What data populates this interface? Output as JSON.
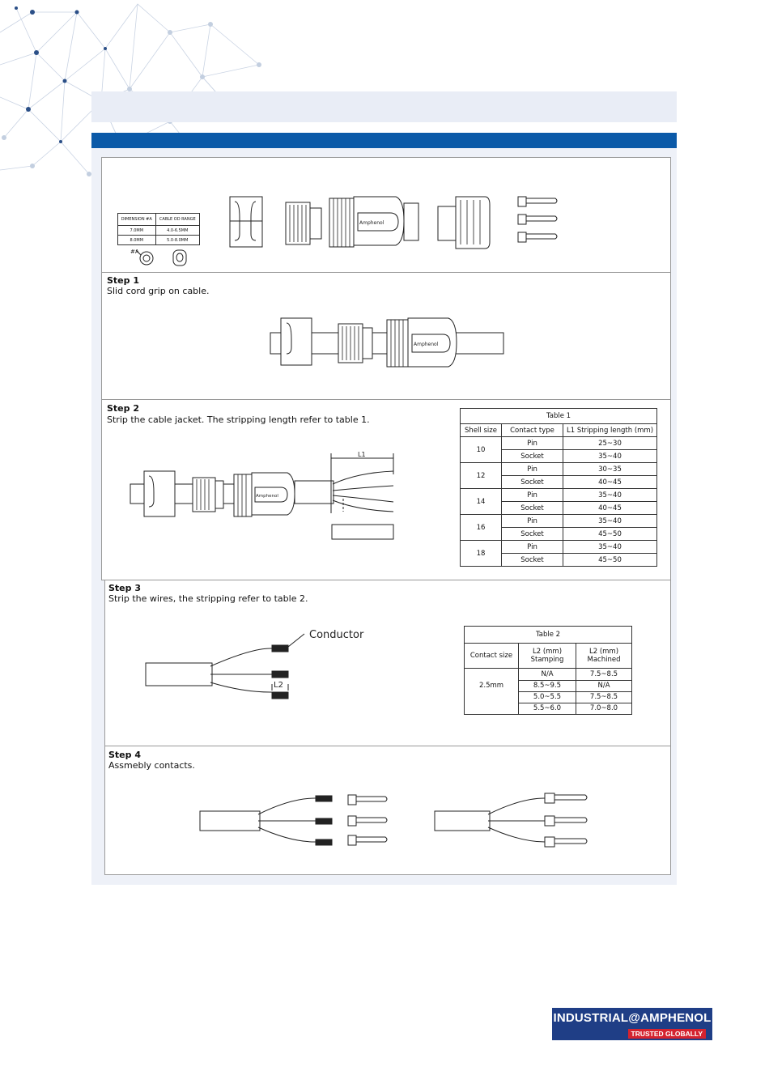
{
  "panel_top": {
    "dimension_table": {
      "headers": [
        "DIMENSION #A",
        "CABLE OD RANGE"
      ],
      "rows": [
        [
          "7.0MM",
          "4.0-6.5MM"
        ],
        [
          "8.0MM",
          "5.0-8.0MM"
        ]
      ]
    },
    "callout": "#A"
  },
  "step1": {
    "title": "Step 1",
    "desc": "Slid cord grip on cable."
  },
  "step2": {
    "title": "Step 2",
    "desc": "Strip the cable jacket. The stripping length refer to table 1.",
    "dimension_label": "L1",
    "table": {
      "caption": "Table 1",
      "headers": [
        "Shell size",
        "Contact type",
        "L1 Stripping length (mm)"
      ],
      "rows": [
        {
          "shell": "10",
          "items": [
            [
              "Pin",
              "25~30"
            ],
            [
              "Socket",
              "35~40"
            ]
          ]
        },
        {
          "shell": "12",
          "items": [
            [
              "Pin",
              "30~35"
            ],
            [
              "Socket",
              "40~45"
            ]
          ]
        },
        {
          "shell": "14",
          "items": [
            [
              "Pin",
              "35~40"
            ],
            [
              "Socket",
              "40~45"
            ]
          ]
        },
        {
          "shell": "16",
          "items": [
            [
              "Pin",
              "35~40"
            ],
            [
              "Socket",
              "45~50"
            ]
          ]
        },
        {
          "shell": "18",
          "items": [
            [
              "Pin",
              "35~40"
            ],
            [
              "Socket",
              "45~50"
            ]
          ]
        }
      ]
    }
  },
  "step3": {
    "title": "Step 3",
    "desc": "Strip the wires, the stripping refer to table 2.",
    "conductor_label": "Conductor",
    "dimension_label": "L2",
    "table": {
      "caption": "Table 2",
      "headers": [
        "Contact size",
        "L2 (mm)\nStamping",
        "L2 (mm)\nMachined"
      ],
      "header_lines": [
        [
          "Contact size"
        ],
        [
          "L2 (mm)",
          "Stamping"
        ],
        [
          "L2 (mm)",
          "Machined"
        ]
      ],
      "contact_size": "2.5mm",
      "rows": [
        [
          "N/A",
          "7.5~8.5"
        ],
        [
          "8.5~9.5",
          "N/A"
        ],
        [
          "5.0~5.5",
          "7.5~8.5"
        ],
        [
          "5.5~6.0",
          "7.0~8.0"
        ]
      ]
    }
  },
  "step4": {
    "title": "Step 4",
    "desc": "Assmebly contacts."
  },
  "brand_mark": "Amphenol",
  "logo": {
    "main": "INDUSTRIAL@AMPHENOL",
    "tagline": "TRUSTED GLOBALLY"
  },
  "colors": {
    "blue_bar": "#0b5aa8",
    "logo_blue": "#1f3e86",
    "logo_red": "#d4232f"
  }
}
